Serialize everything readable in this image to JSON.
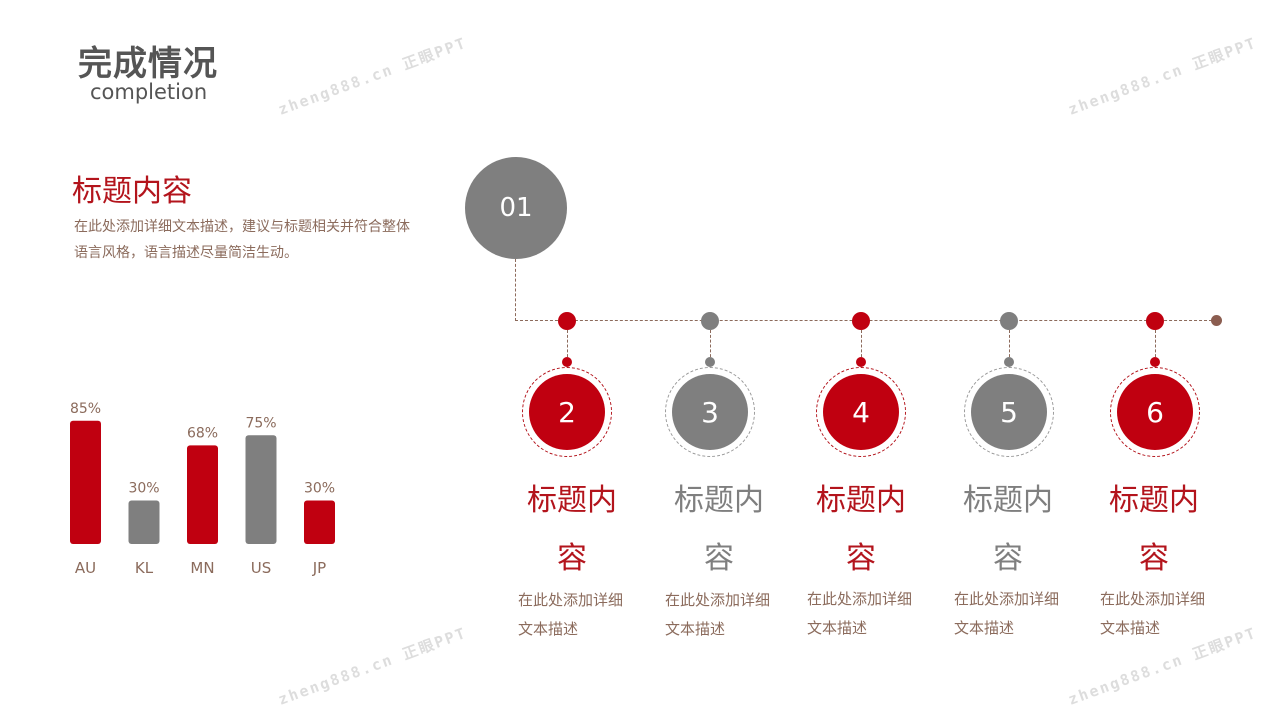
{
  "header": {
    "title": "完成情况",
    "subtitle": "completion"
  },
  "intro": {
    "title": "标题内容",
    "description": "在此处添加详细文本描述，建议与标题相关并符合整体语言风格，语言描述尽量简洁生动。"
  },
  "chart_data": {
    "type": "bar",
    "categories": [
      "AU",
      "KL",
      "MN",
      "US",
      "JP"
    ],
    "values": [
      85,
      30,
      68,
      75,
      30
    ],
    "value_labels": [
      "85%",
      "30%",
      "68%",
      "75%",
      "30%"
    ],
    "colors": [
      "#c00010",
      "#7f7f7f",
      "#c00010",
      "#7f7f7f",
      "#c00010"
    ],
    "ylim": [
      0,
      100
    ]
  },
  "timeline": {
    "start_label": "01",
    "steps": [
      {
        "number": "2",
        "title": "标题内容",
        "description": "在此处添加详细文本描述",
        "color": "red"
      },
      {
        "number": "3",
        "title": "标题内容",
        "description": "在此处添加详细文本描述",
        "color": "gray"
      },
      {
        "number": "4",
        "title": "标题内容",
        "description": "在此处添加详细文本描述",
        "color": "red"
      },
      {
        "number": "5",
        "title": "标题内容",
        "description": "在此处添加详细文本描述",
        "color": "gray"
      },
      {
        "number": "6",
        "title": "标题内容",
        "description": "在此处添加详细文本描述",
        "color": "red"
      }
    ]
  },
  "watermark": {
    "text": "zheng888.cn 正眼PPT"
  },
  "colors": {
    "accent": "#c00010",
    "neutral": "#7f7f7f",
    "text_muted": "#8b6b5c"
  }
}
